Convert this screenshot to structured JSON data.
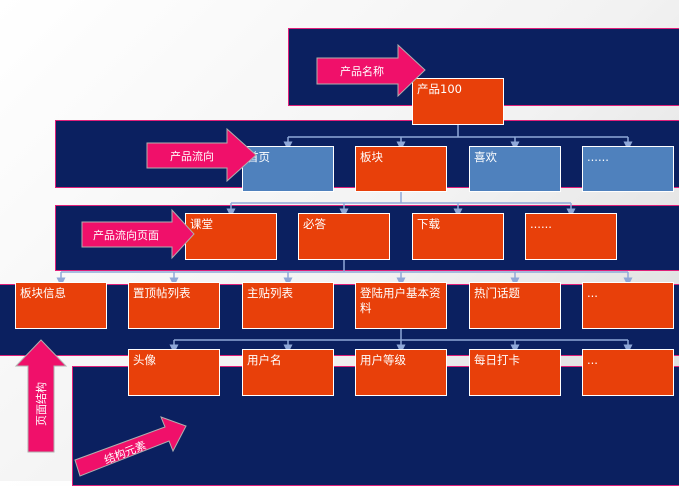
{
  "root": {
    "label": "产品100"
  },
  "level1": [
    {
      "label": "首页",
      "color": "#4f81bd"
    },
    {
      "label": "板块",
      "color": "#e8400a"
    },
    {
      "label": "喜欢",
      "color": "#4f81bd"
    },
    {
      "label": "......",
      "color": "#4f81bd"
    }
  ],
  "level2": [
    {
      "label": "课堂"
    },
    {
      "label": "必答"
    },
    {
      "label": "下载"
    },
    {
      "label": "......"
    }
  ],
  "level3": [
    {
      "label": "板块信息"
    },
    {
      "label": "置顶帖列表"
    },
    {
      "label": "主贴列表"
    },
    {
      "label": "登陆用户基本资料"
    },
    {
      "label": "热门话题"
    },
    {
      "label": "..."
    }
  ],
  "level4": [
    {
      "label": "头像"
    },
    {
      "label": "用户名"
    },
    {
      "label": "用户等级"
    },
    {
      "label": "每日打卡"
    },
    {
      "label": "..."
    }
  ],
  "arrows": {
    "product_name": "产品名称",
    "product_flow": "产品流向",
    "flow_page": "产品流向页面",
    "page_structure": "页面结构",
    "structure_elements": "结构元素"
  },
  "colors": {
    "band": "#0b2060",
    "band_border": "#e0207a",
    "box_red": "#e8400a",
    "box_blue": "#4f81bd",
    "arrow": "#f0106a",
    "connector": "#8fa8d8"
  }
}
